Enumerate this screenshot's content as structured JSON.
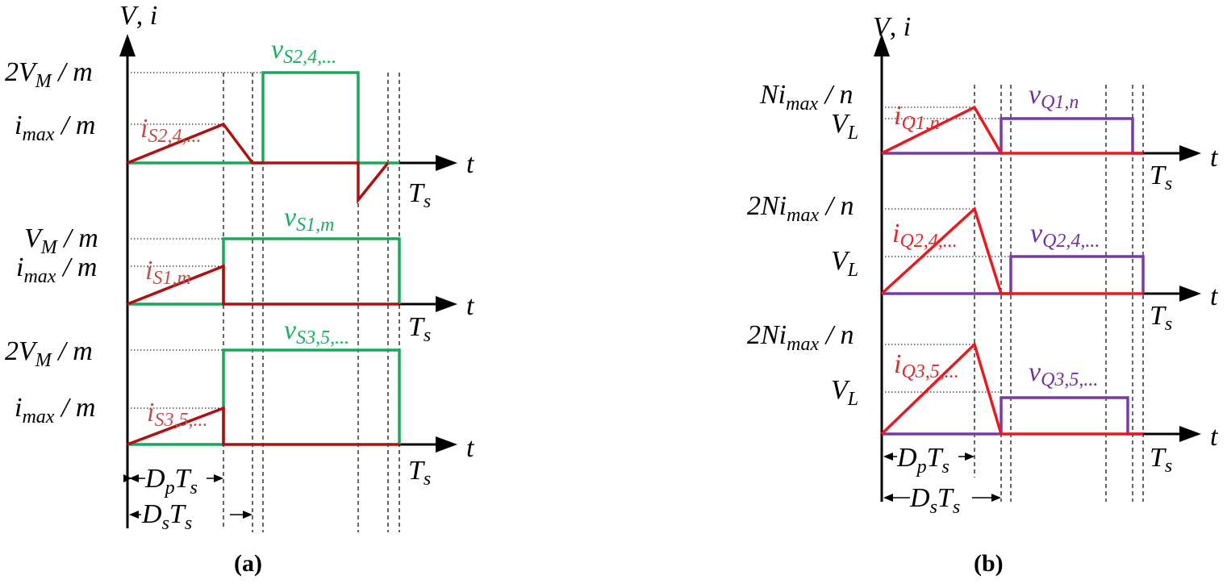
{
  "panel_a": {
    "axis_V": "V",
    "axis_sep": ", ",
    "axis_i": "i",
    "t_label": "t",
    "Ts_main": "T",
    "Ts_sub": "s",
    "row1": {
      "y_top_main": "2V",
      "y_top_sub": "M",
      "y_top_tail": " / m",
      "y_mid_main": "i",
      "y_mid_sub": "max",
      "y_mid_tail": " / m",
      "current_main": "i",
      "current_sub": "S2,4,...",
      "voltage_main": "v",
      "voltage_sub": "S2,4,..."
    },
    "row2": {
      "y_top_main": "V",
      "y_top_sub": "M",
      "y_top_tail": " / m",
      "y_mid_main": "i",
      "y_mid_sub": "max",
      "y_mid_tail": " / m",
      "current_main": "i",
      "current_sub": "S1,m",
      "voltage_main": "v",
      "voltage_sub": "S1,m"
    },
    "row3": {
      "y_top_main": "2V",
      "y_top_sub": "M",
      "y_top_tail": " / m",
      "y_mid_main": "i",
      "y_mid_sub": "max",
      "y_mid_tail": " / m",
      "current_main": "i",
      "current_sub": "S3,5,...",
      "voltage_main": "v",
      "voltage_sub": "S3,5,..."
    },
    "dp_D": "D",
    "dp_sub": "p",
    "dp_T": "T",
    "dp_Tsub": "s",
    "ds_D": "D",
    "ds_sub": "s",
    "ds_T": "T",
    "ds_Tsub": "s",
    "caption": "(a)"
  },
  "panel_b": {
    "axis_V": "V",
    "axis_sep": ", ",
    "axis_i": "i",
    "t_label": "t",
    "Ts_main": "T",
    "Ts_sub": "s",
    "row1": {
      "y_top_main": "Ni",
      "y_top_sub": "max",
      "y_top_tail": " / n",
      "y_mid_main": "V",
      "y_mid_sub": "L",
      "current_main": "i",
      "current_sub": "Q1,n",
      "voltage_main": "v",
      "voltage_sub": "Q1,n"
    },
    "row2": {
      "y_top_main": "2Ni",
      "y_top_sub": "max",
      "y_top_tail": " / n",
      "y_mid_main": "V",
      "y_mid_sub": "L",
      "current_main": "i",
      "current_sub": "Q2,4,...",
      "voltage_main": "v",
      "voltage_sub": "Q2,4,..."
    },
    "row3": {
      "y_top_main": "2Ni",
      "y_top_sub": "max",
      "y_top_tail": " / n",
      "y_mid_main": "V",
      "y_mid_sub": "L",
      "current_main": "i",
      "current_sub": "Q3,5,...",
      "voltage_main": "v",
      "voltage_sub": "Q3,5,..."
    },
    "dp_D": "D",
    "dp_sub": "p",
    "dp_T": "T",
    "dp_Tsub": "s",
    "ds_D": "D",
    "ds_sub": "s",
    "ds_T": "T",
    "ds_Tsub": "s",
    "caption": "(b)"
  },
  "colors": {
    "switch_current_a": "#b01010",
    "switch_voltage_a": "#1aa85a",
    "switch_current_b": "#e8191f",
    "switch_voltage_b": "#7a3aa6"
  }
}
